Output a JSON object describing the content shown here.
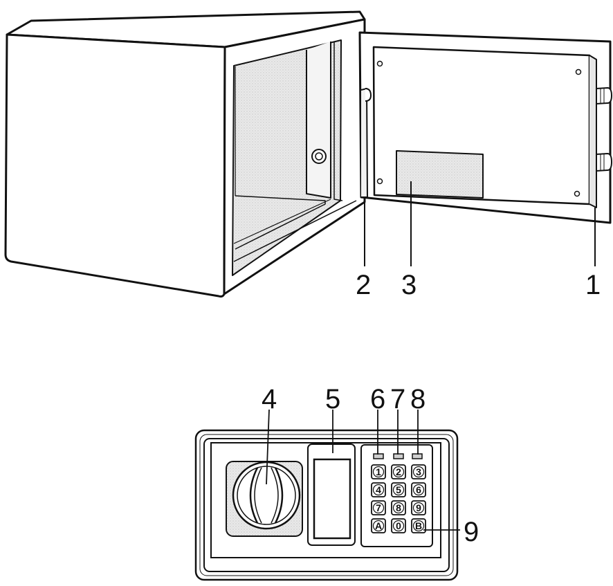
{
  "callouts": {
    "c1": "1",
    "c2": "2",
    "c3": "3",
    "c4": "4",
    "c5": "5",
    "c6": "6",
    "c7": "7",
    "c8": "8",
    "c9": "9"
  },
  "keypad": {
    "keys": [
      "1",
      "2",
      "3",
      "4",
      "5",
      "6",
      "7",
      "8",
      "9",
      "A",
      "0",
      "B"
    ]
  },
  "colors": {
    "ink": "#111111",
    "paper": "#ffffff",
    "shade": "#cfcfcf"
  }
}
